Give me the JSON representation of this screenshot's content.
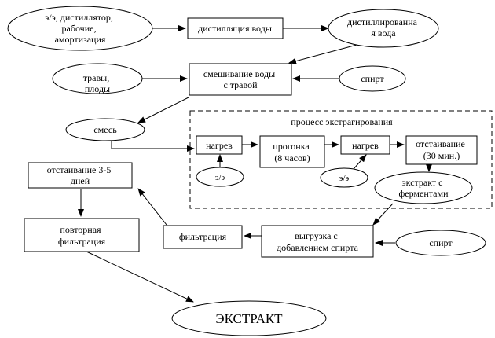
{
  "group": {
    "title": "процесс экстрагирования"
  },
  "nodes": {
    "inputs": {
      "lines": [
        "э/э, дистиллятор,",
        "рабочие,",
        "амортизация"
      ]
    },
    "distillation": {
      "lines": [
        "дистилляция воды"
      ]
    },
    "distilled": {
      "lines": [
        "дистиллированна",
        "я вода"
      ]
    },
    "herbs": {
      "lines": [
        "травы,",
        "плоды"
      ]
    },
    "mixing": {
      "lines": [
        "смешивание воды",
        "с травой"
      ]
    },
    "spirit1": {
      "lines": [
        "спирт"
      ]
    },
    "mixture": {
      "lines": [
        "смесь"
      ]
    },
    "heat1": {
      "lines": [
        "нагрев"
      ]
    },
    "run": {
      "lines": [
        "прогонка",
        "(8 часов)"
      ]
    },
    "heat2": {
      "lines": [
        "нагрев"
      ]
    },
    "settle30": {
      "lines": [
        "отстаивание",
        "(30 мин.)"
      ]
    },
    "ee1": {
      "lines": [
        "э/э"
      ]
    },
    "ee2": {
      "lines": [
        "э/э"
      ]
    },
    "extract_ferm": {
      "lines": [
        "экстракт с",
        "ферментами"
      ]
    },
    "settle_days": {
      "lines": [
        "отстаивание 3-5",
        "дней"
      ]
    },
    "refilter": {
      "lines": [
        "повторная",
        "фильтрация"
      ]
    },
    "filtration": {
      "lines": [
        "фильтрация"
      ]
    },
    "unload": {
      "lines": [
        "выгрузка с",
        "добавлением спирта"
      ]
    },
    "spirit2": {
      "lines": [
        "спирт"
      ]
    },
    "extract": {
      "lines": [
        "ЭКСТРАКТ"
      ]
    }
  }
}
